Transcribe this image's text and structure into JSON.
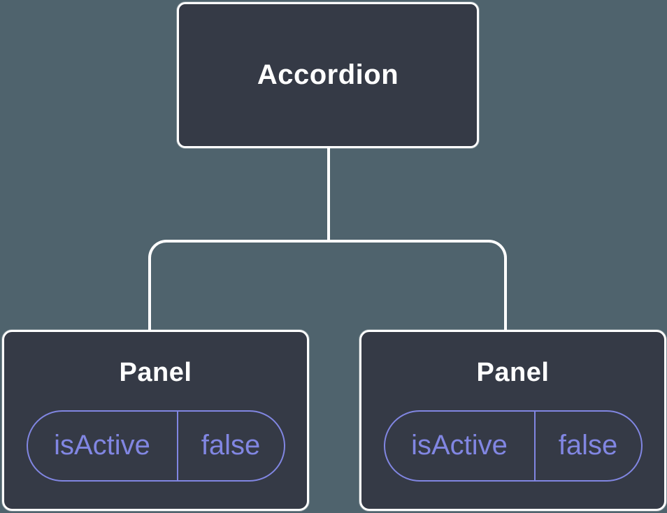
{
  "colors": {
    "background": "#4f636d",
    "node_fill": "#353a46",
    "node_border": "#ffffff",
    "connector": "#ffffff",
    "accent": "#8186e2",
    "text": "#ffffff"
  },
  "diagram": {
    "type": "component-tree",
    "root": {
      "label": "Accordion"
    },
    "children": [
      {
        "label": "Panel",
        "prop": {
          "name": "isActive",
          "value": "false"
        }
      },
      {
        "label": "Panel",
        "prop": {
          "name": "isActive",
          "value": "false"
        }
      }
    ]
  }
}
